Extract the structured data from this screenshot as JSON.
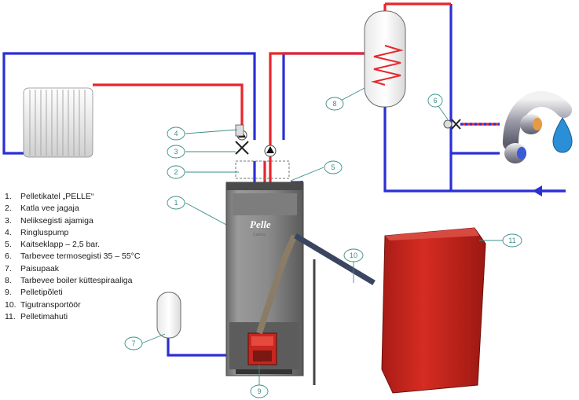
{
  "legend": [
    {
      "num": "1.",
      "text": "Pelletikatel „PELLE“"
    },
    {
      "num": "2.",
      "text": "Katla vee jagaja"
    },
    {
      "num": "3.",
      "text": "Neliksegisti ajamiga"
    },
    {
      "num": "4.",
      "text": "Ringluspump"
    },
    {
      "num": "5.",
      "text": "Kaitseklapp – 2,5 bar."
    },
    {
      "num": "6.",
      "text": "Tarbevee termosegisti 35 – 55°C"
    },
    {
      "num": "7.",
      "text": "Paisupaak"
    },
    {
      "num": "8.",
      "text": "Tarbevee boiler küttespiraaliga"
    },
    {
      "num": "9.",
      "text": "Pelletipõleti"
    },
    {
      "num": "10.",
      "text": "Tigutransportöör"
    },
    {
      "num": "11.",
      "text": "Pelletimahuti"
    }
  ],
  "callouts": {
    "c1": "1",
    "c2": "2",
    "c3": "3",
    "c4": "4",
    "c5": "5",
    "c6": "6",
    "c7": "7",
    "c8": "8",
    "c9": "9",
    "c10": "10",
    "c11": "11"
  },
  "boiler_brand": "Pelle",
  "boiler_sub_brand": "Carbox",
  "colors": {
    "supply_pipe": "#e8262b",
    "return_pipe": "#2a2fd6",
    "callout": "#3a8f87",
    "hopper": "#c8261f"
  }
}
